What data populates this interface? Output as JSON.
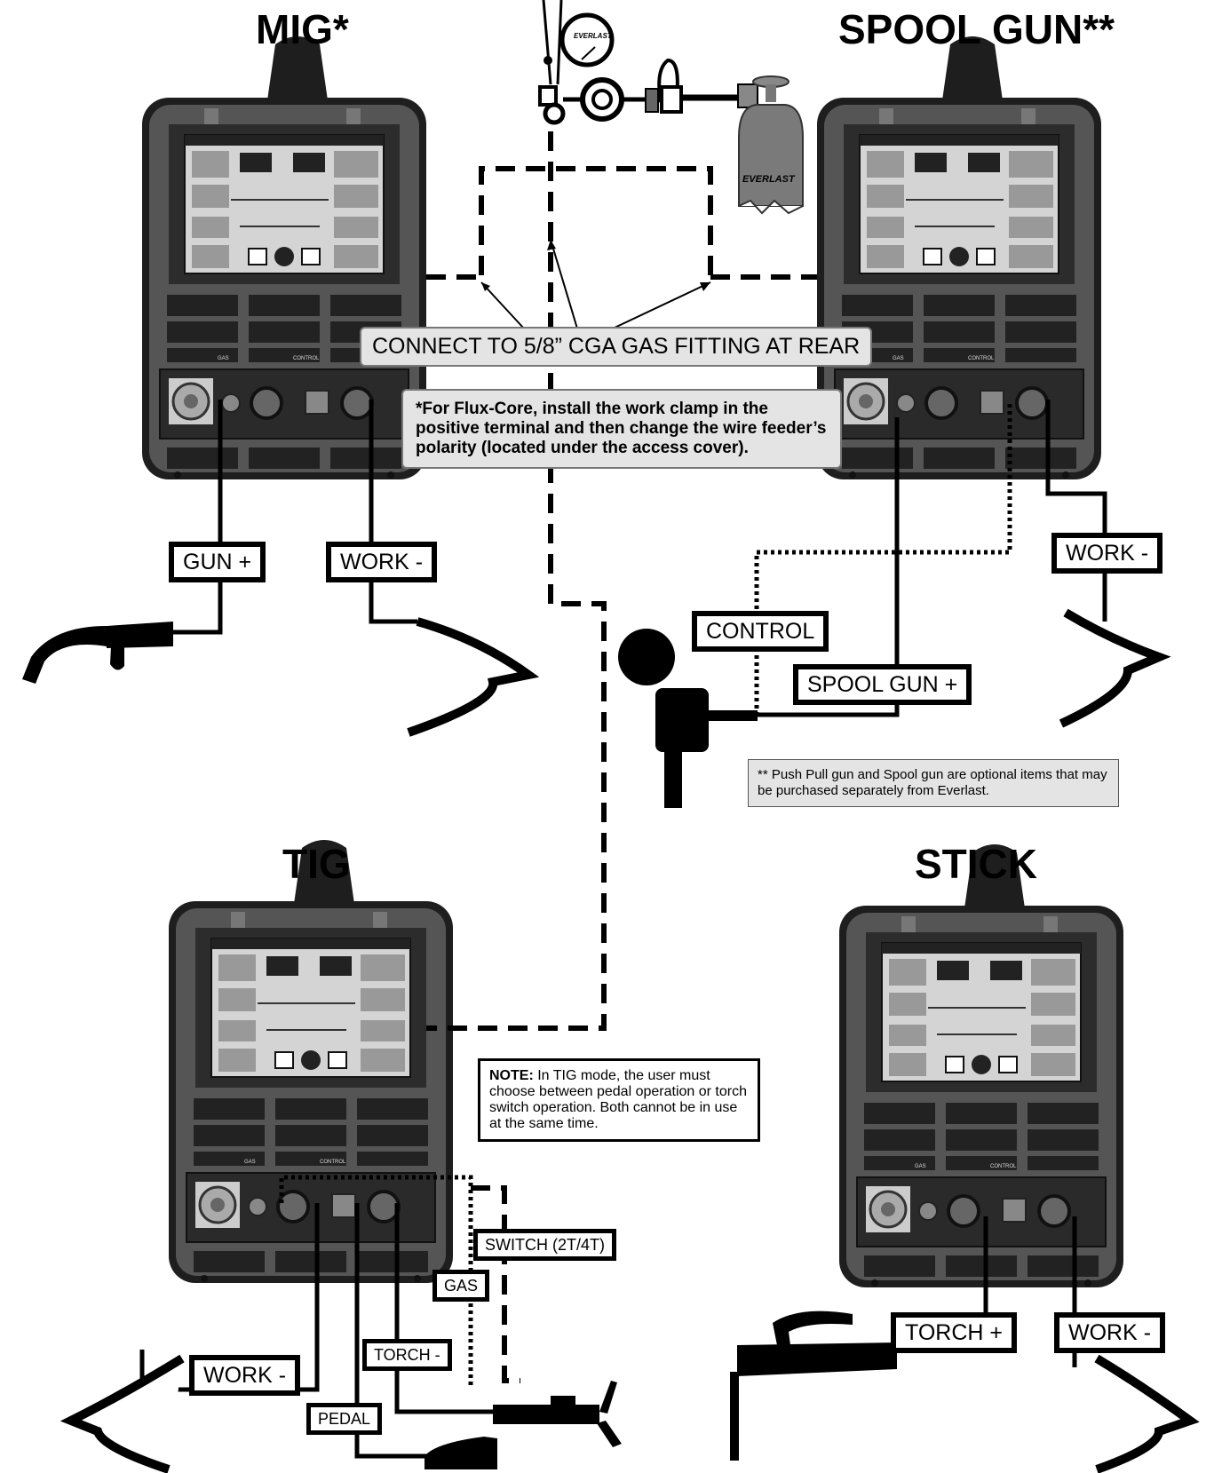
{
  "titles": {
    "mig": "MIG*",
    "spool": "SPOOL GUN**",
    "tig": "TIG",
    "stick": "STICK"
  },
  "gas_note": "CONNECT TO 5/8” CGA GAS FITTING AT REAR",
  "flux_note": "*For Flux-Core, install the work clamp in the positive terminal and then change the wire feeder’s polarity (located under the access cover).",
  "optional_note": "** Push Pull gun and Spool gun are optional items that may be purchased separately from Everlast.",
  "tig_note": {
    "lead": "NOTE:",
    "text": " In TIG mode, the user must choose between pedal operation or torch switch operation.  Both cannot be in use at the same time."
  },
  "labels": {
    "gun_plus": "GUN +",
    "work_minus": "WORK -",
    "control": "CONTROL",
    "spool_gun_plus": "SPOOL GUN  +",
    "switch": "SWITCH (2T/4T)",
    "gas": "GAS",
    "torch_minus": "TORCH -",
    "pedal": "PEDAL",
    "torch_plus": "TORCH +"
  },
  "panel": {
    "gas": "GAS",
    "control": "CONTROL",
    "brand": "EVERLAST"
  },
  "colors": {
    "machine": "#4a4a4a",
    "panel": "#d8d8d8",
    "note_fill": "#e4e4e4"
  }
}
